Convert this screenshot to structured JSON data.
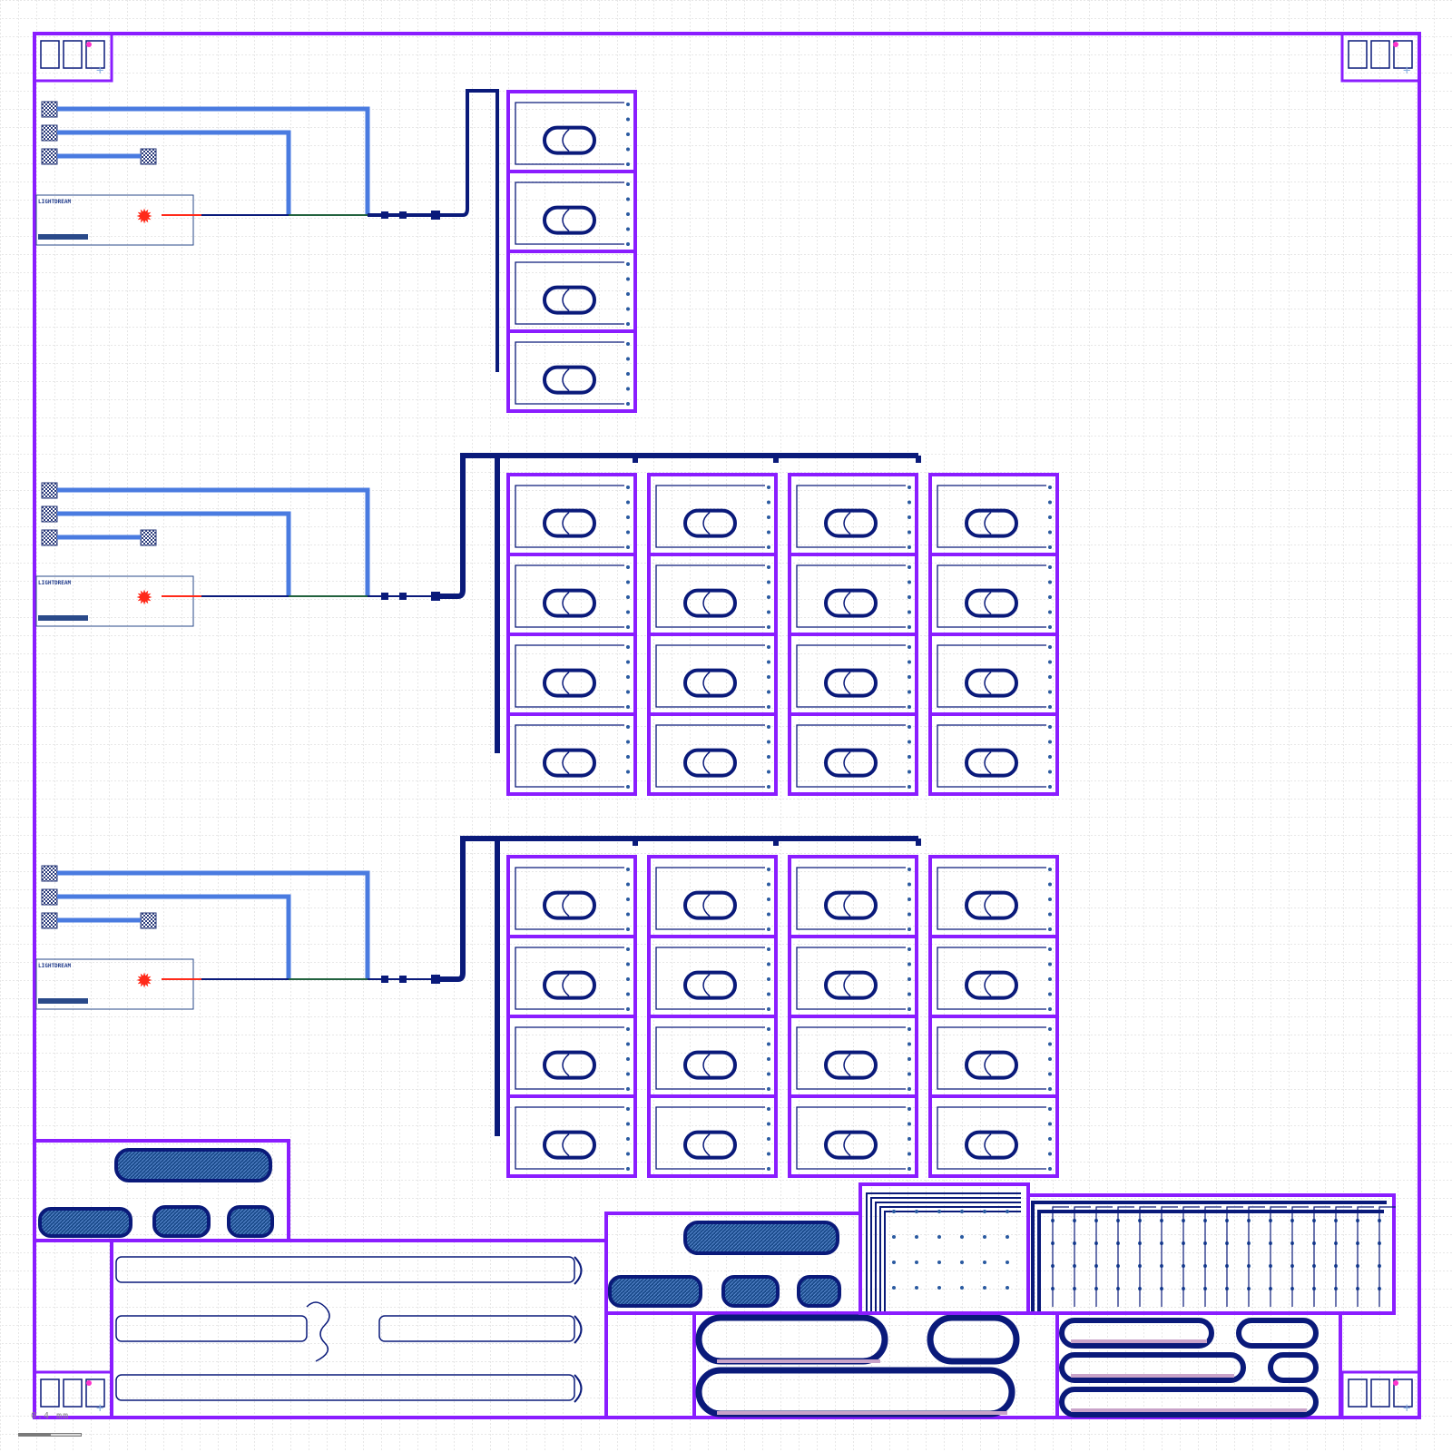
{
  "view": {
    "scale_label": "0.4 mm"
  },
  "colors": {
    "grid": "#cfcfcf",
    "outline": "#8a1dff",
    "waveguide": "#0a1a7a",
    "trace_light": "#4a7be0",
    "laser": "#ff2a1a",
    "pad": "#3a4a8a",
    "filler": "#ffffff"
  },
  "laser_blocks": [
    {
      "id": "A",
      "brand": "LIGHTDREAM"
    },
    {
      "id": "B",
      "brand": "LIGHTDREAM"
    },
    {
      "id": "C",
      "brand": "LIGHTDREAM"
    }
  ],
  "ring_grid": {
    "top_columns": 1,
    "mid_columns": 4,
    "bottom_columns": 4,
    "rows_per_column": 4
  },
  "icons": {
    "laser": "laser-star-icon",
    "pad": "bond-pad-icon",
    "alignment": "alignment-mark-icon"
  }
}
